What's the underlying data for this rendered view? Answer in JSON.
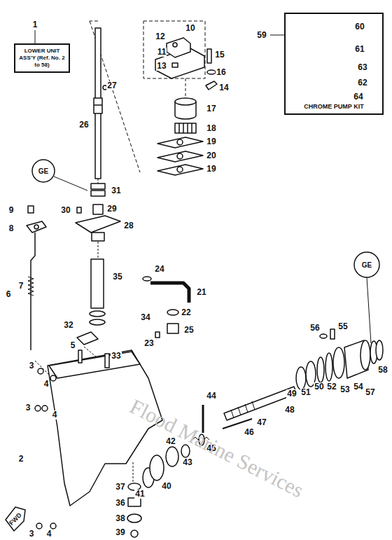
{
  "diagram": {
    "nodes": [
      {
        "text": [
          "LOWER UNIT ASS'Y (Ref. No. 2 to 58)"
        ]
      },
      {
        "text": [
          "CHROME PUMP KIT"
        ]
      }
    ],
    "labels": [
      "1",
      "10",
      "12",
      "11",
      "13",
      "15",
      "16",
      "14",
      "17",
      "18",
      "19",
      "20",
      "19",
      "59",
      "60",
      "61",
      "63",
      "62",
      "64",
      "27",
      "26",
      "GE",
      "31",
      "9",
      "30",
      "29",
      "8",
      "28",
      "35",
      "24",
      "21",
      "22",
      "34",
      "6",
      "7",
      "32",
      "23",
      "25",
      "GE",
      "56",
      "55",
      "5",
      "33",
      "3",
      "4",
      "3",
      "4",
      "44",
      "48",
      "49",
      "51",
      "50",
      "52",
      "53",
      "54",
      "57",
      "58",
      "47",
      "46",
      "45",
      "43",
      "42",
      "2",
      "40",
      "41",
      "37",
      "36",
      "38",
      "39",
      "3",
      "4",
      "FWD",
      "Flood Marine Services"
    ]
  }
}
